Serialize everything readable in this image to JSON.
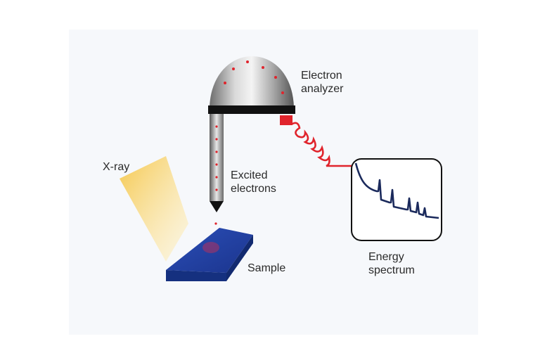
{
  "labels": {
    "analyzer": [
      "Electron",
      "analyzer"
    ],
    "xray": "X-ray",
    "excited": [
      "Excited",
      "electrons"
    ],
    "sample": "Sample",
    "spectrum": [
      "Energy",
      "spectrum"
    ]
  },
  "colors": {
    "background_panel": "#f6f8fb",
    "sample_blue": "#1f3d9e",
    "xray_yellow": "#f2c34f",
    "electron_red": "#e0242c",
    "spectrum_navy": "#1b2a5c",
    "frame_black": "#111111"
  },
  "spectrum_peaks": [
    0.2,
    0.45,
    0.68,
    0.78,
    0.85
  ]
}
